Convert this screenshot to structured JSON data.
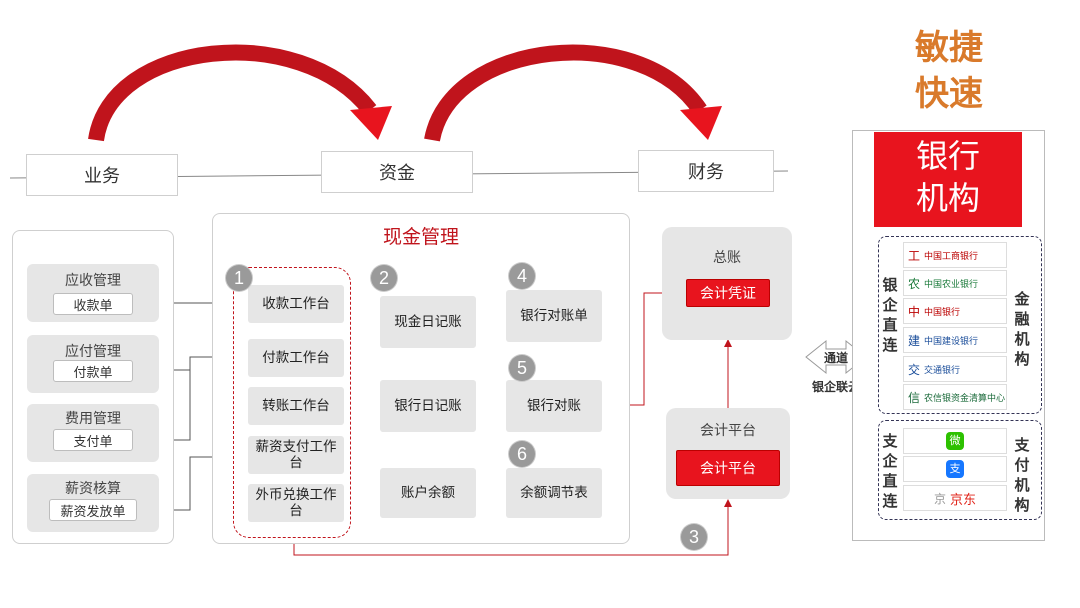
{
  "header": {
    "business": "业务",
    "funds": "资金",
    "finance": "财务"
  },
  "cash_management": {
    "title": "现金管理"
  },
  "left_groups": [
    {
      "title": "应收管理",
      "item": "收款单"
    },
    {
      "title": "应付管理",
      "item": "付款单"
    },
    {
      "title": "费用管理",
      "item": "支付单"
    },
    {
      "title": "薪资核算",
      "item": "薪资发放单"
    }
  ],
  "workbenches": [
    "收款工作台",
    "付款工作台",
    "转账工作台",
    "薪资支付工作台",
    "外币兑换工作台"
  ],
  "nodes": {
    "cash_journal": "现金日记账",
    "bank_journal": "银行日记账",
    "account_balance": "账户余额",
    "bank_statement": "银行对账单",
    "bank_reconcile": "银行对账",
    "balance_adjust": "余额调节表"
  },
  "numbers": [
    "1",
    "2",
    "3",
    "4",
    "5",
    "6"
  ],
  "general_ledger": {
    "title": "总账",
    "voucher": "会计凭证"
  },
  "accounting_platform": {
    "title": "会计平台",
    "button": "会计平台"
  },
  "channel": {
    "label": "通道",
    "sub": "银企联云"
  },
  "slogan": {
    "line1": "敏捷",
    "line2": "快速"
  },
  "bank_institution": {
    "line1": "银行",
    "line2": "机构"
  },
  "bank_direct": "银企直连",
  "financial_institution": "金融机构",
  "pay_direct": "支企直连",
  "payment_institution": "支付机构",
  "banks": [
    {
      "icon": "工",
      "name": "中国工商银行"
    },
    {
      "icon": "农",
      "name": "中国农业银行"
    },
    {
      "icon": "中",
      "name": "中国银行"
    },
    {
      "icon": "建",
      "name": "中国建设银行"
    },
    {
      "icon": "交",
      "name": "交通银行"
    },
    {
      "icon": "信",
      "name": "农信银资金清算中心"
    }
  ],
  "payments": [
    {
      "icon": "微",
      "name": ""
    },
    {
      "icon": "支",
      "name": ""
    },
    {
      "icon": "京",
      "name": "京东"
    }
  ],
  "colors": {
    "red": "#e8141e",
    "darkred": "#c0141c",
    "gray": "#e6e6e6"
  }
}
